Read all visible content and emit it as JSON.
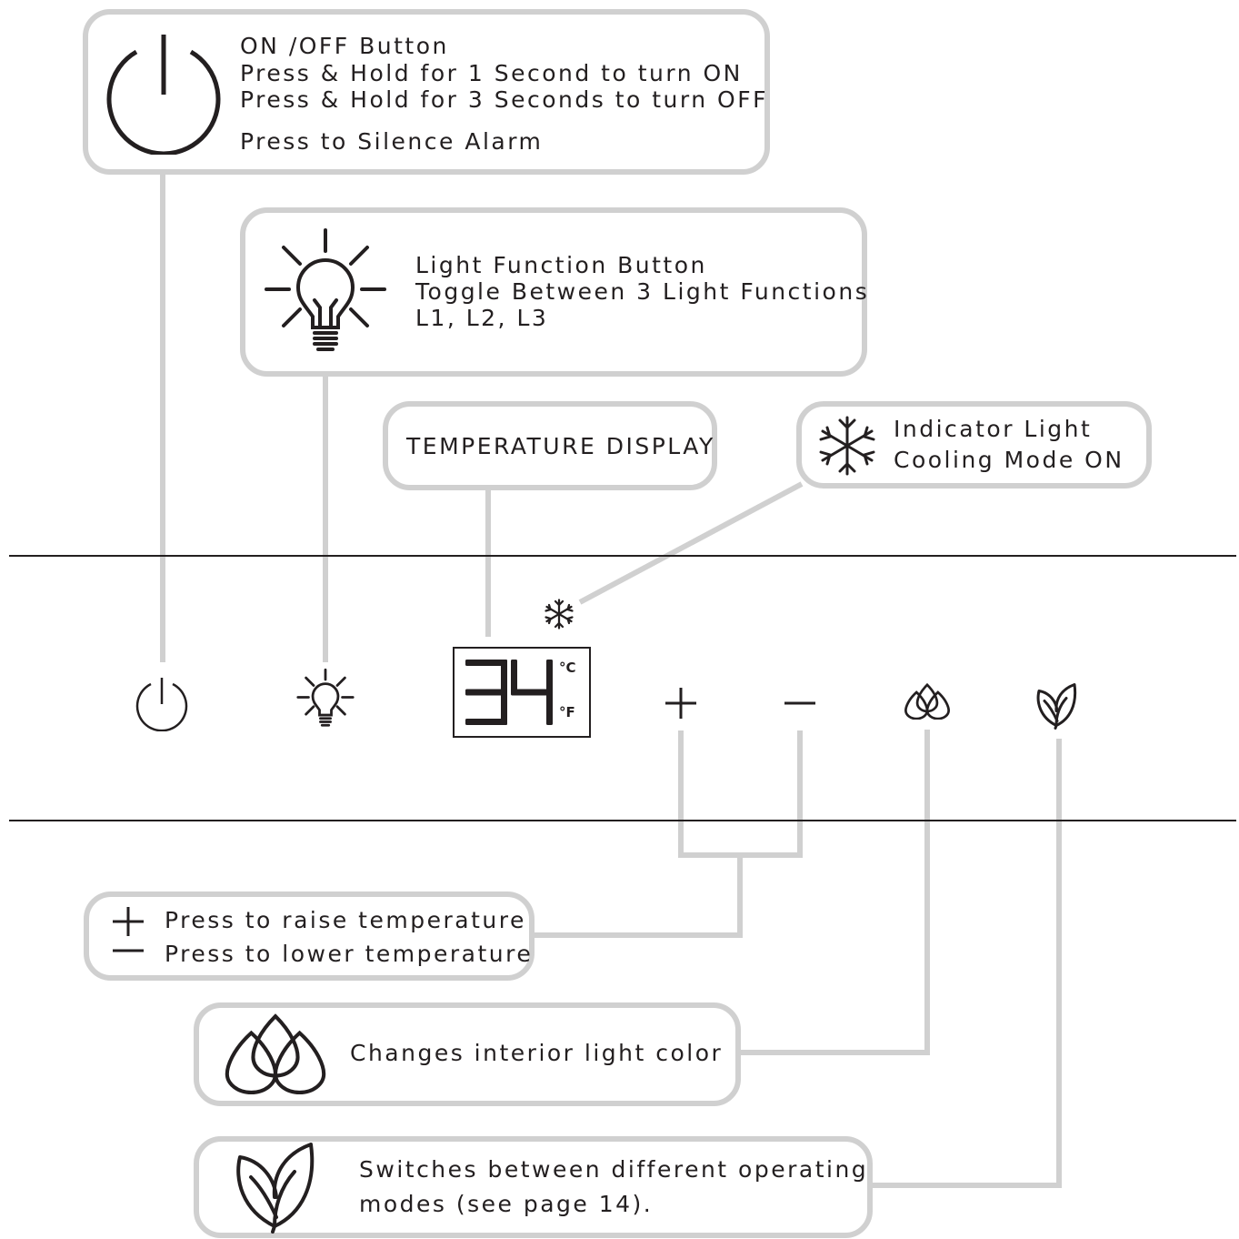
{
  "callouts": {
    "power": {
      "icon": "power-icon",
      "lines": [
        "ON /OFF Button",
        "Press & Hold for 1 Second to turn ON",
        "Press & Hold for 3 Seconds to turn OFF"
      ],
      "extra": "Press to Silence Alarm"
    },
    "light": {
      "icon": "light-bulb-icon",
      "lines": [
        "Light Function Button",
        "Toggle Between 3 Light Functions",
        "L1, L2, L3"
      ]
    },
    "temperature_display": {
      "label": "TEMPERATURE DISPLAY"
    },
    "indicator": {
      "icon": "snowflake-icon",
      "lines": [
        "Indicator Light",
        "Cooling Mode ON"
      ]
    },
    "temp_adjust": {
      "plus_icon": "plus-icon",
      "minus_icon": "minus-icon",
      "raise": "Press to raise temperature",
      "lower": "Press to lower temperature"
    },
    "color": {
      "icon": "droplets-icon",
      "text": "Changes interior light color"
    },
    "mode": {
      "icon": "leaf-icon",
      "lines": [
        "Switches between different operating",
        "modes (see page 14)."
      ]
    }
  },
  "panel": {
    "display_value": "34",
    "unit_c": "°C",
    "unit_f": "°F",
    "buttons": [
      "power-icon",
      "light-bulb-icon",
      "plus-icon",
      "minus-icon",
      "droplets-icon",
      "leaf-icon"
    ],
    "indicator_icon": "snowflake-icon"
  },
  "colors": {
    "line": "#231f20",
    "callout_border": "#d0d0d0",
    "background": "#ffffff"
  }
}
